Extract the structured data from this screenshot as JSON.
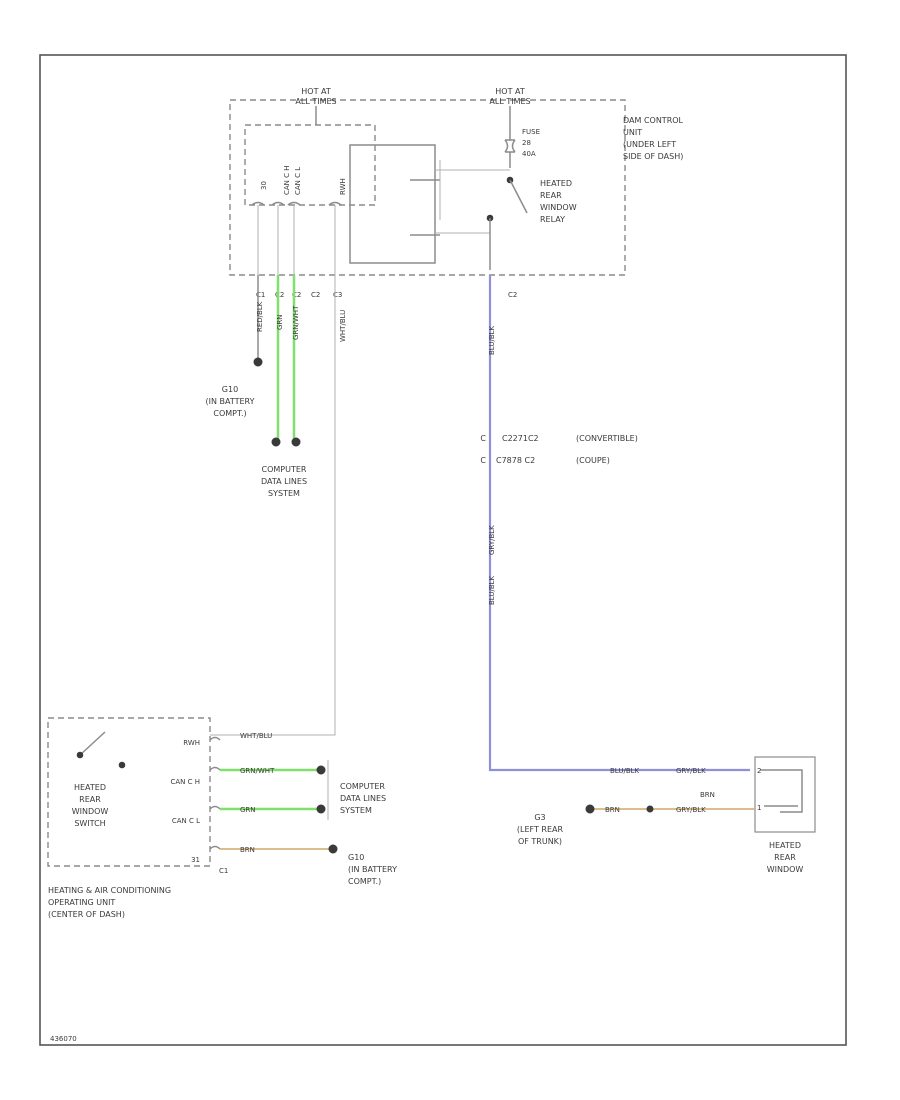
{
  "diagram": {
    "labels": {
      "hot_left": [
        "HOT AT",
        "ALL TIMES"
      ],
      "hot_right": [
        "HOT AT",
        "ALL TIMES"
      ],
      "dam_control": [
        "DAM CONTROL",
        "UNIT",
        "(UNDER LEFT",
        "SIDE OF DASH)"
      ],
      "fuse": [
        "FUSE",
        "28",
        "40A"
      ],
      "relay": [
        "HEATED",
        "REAR",
        "WINDOW",
        "RELAY"
      ],
      "pin_labels_top": [
        "30",
        "CAN C H",
        "CAN C L",
        "RWH"
      ],
      "wire_codes_left": [
        "RED/BLK",
        "GRN",
        "GRN/WHT",
        "WHT/BLU"
      ],
      "wire_code_blue": "BLU/BLK",
      "wire_code_blue_lower": [
        "BLU/BLK",
        "GRY/BLK"
      ],
      "conn_tags": [
        "C1",
        "C2",
        "C2",
        "C2",
        "C3",
        "C2"
      ],
      "g_ground_left": [
        "G10",
        "(IN BATTERY",
        "COMPT.)"
      ],
      "computer_data_top": [
        "COMPUTER",
        "DATA LINES",
        "SYSTEM"
      ],
      "splice_1": "C2271C2",
      "splice_1_note": "(CONVERTIBLE)",
      "splice_2": "C7878 C2",
      "splice_2_note": "(COUPE)",
      "hvac_pins": [
        "RWH",
        "CAN C H",
        "CAN C L",
        "31"
      ],
      "hvac_wire_codes": [
        "WHT/BLU",
        "GRN/WHT",
        "GRN",
        "BRN"
      ],
      "hvac_conn": "C1",
      "switch_label": [
        "HEATED",
        "REAR",
        "WINDOW",
        "SWITCH"
      ],
      "hvac_unit": [
        "HEATING & AIR CONDITIONING",
        "OPERATING UNIT",
        "(CENTER OF DASH)"
      ],
      "computer_data_bottom": [
        "COMPUTER",
        "DATA LINES",
        "SYSTEM"
      ],
      "g_ground_bottom": [
        "G10",
        "(IN BATTERY",
        "COMPT.)"
      ],
      "g_ground_right": [
        "G3",
        "(LEFT REAR",
        "OF TRUNK)"
      ],
      "right_wire_codes": [
        "BRN",
        "BRN",
        "GRY/BLK"
      ],
      "blue_bottom_codes": [
        "BLU/BLK",
        "GRY/BLK"
      ],
      "heated_rear_window": [
        "HEATED",
        "REAR",
        "WINDOW"
      ],
      "footer_code": "436070"
    }
  }
}
